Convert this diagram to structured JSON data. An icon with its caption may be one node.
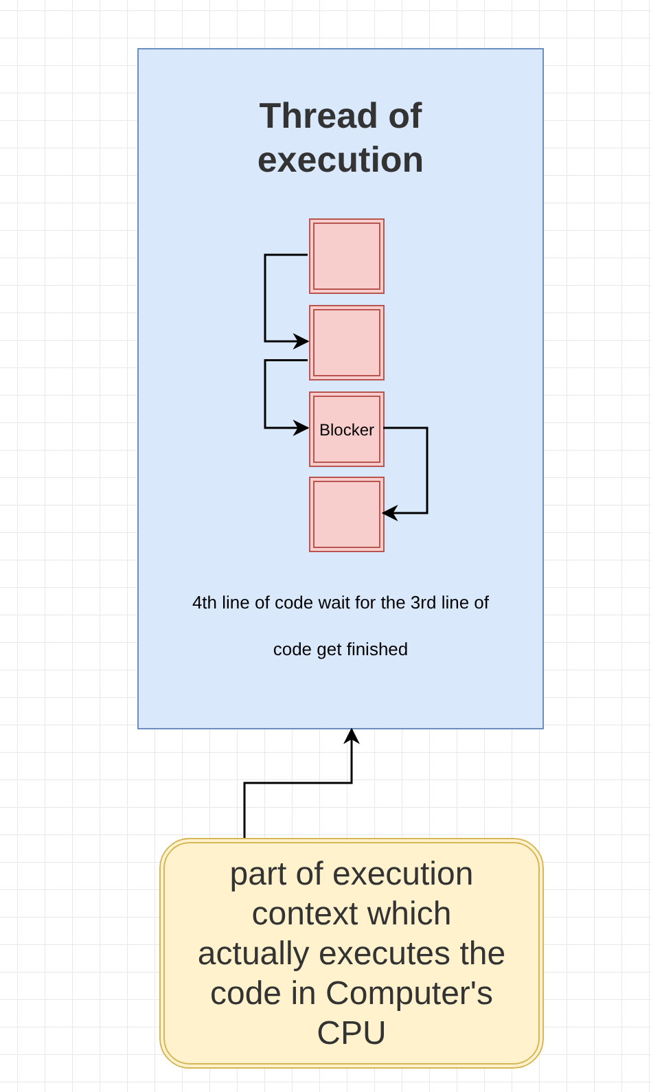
{
  "diagram": {
    "nodes": [
      {
        "text": [
          "Thread of execution",
          "4th line of code wait for the 3rd line of code get finished"
        ]
      },
      {
        "text": [],
        "shape": "box",
        "in": 0
      },
      {
        "text": [],
        "shape": "box",
        "in": 0
      },
      {
        "text": [
          "Blocker"
        ],
        "in": 0
      },
      {
        "text": [],
        "shape": "box",
        "in": 0
      },
      {
        "text": [
          "part of execution context which actually executes the code in Computer's CPU"
        ]
      }
    ],
    "edges": [
      {
        "from": 1,
        "to": 2,
        "arrow": "to"
      },
      {
        "from": 2,
        "to": 3,
        "arrow": "to"
      },
      {
        "from": 3,
        "to": 4,
        "arrow": "to"
      },
      {
        "from": 5,
        "to": 0,
        "arrow": "to"
      }
    ]
  }
}
